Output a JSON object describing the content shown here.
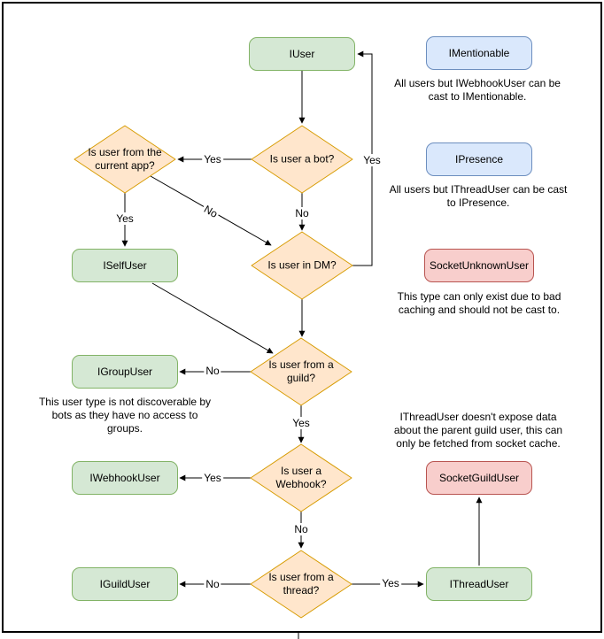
{
  "colors": {
    "green_fill": "#d5e8d4",
    "green_stroke": "#82b366",
    "orange_fill": "#ffe6cc",
    "orange_stroke": "#d79b00",
    "blue_fill": "#dae8fc",
    "blue_stroke": "#6c8ebf",
    "red_fill": "#f8cecc",
    "red_stroke": "#b85450",
    "line": "#000000",
    "background": "#ffffff"
  },
  "nodes": {
    "iuser": "IUser",
    "imentionable": "IMentionable",
    "ipresence": "IPresence",
    "socket_unknown_user": "SocketUnknownUser",
    "iself_user": "ISelfUser",
    "igroup_user": "IGroupUser",
    "iwebhook_user": "IWebhookUser",
    "iguild_user": "IGuildUser",
    "socket_guild_user": "SocketGuildUser",
    "ithread_user": "IThreadUser"
  },
  "decisions": {
    "is_bot": "Is user a bot?",
    "is_current_app": "Is user from the current app?",
    "is_dm": "Is user in DM?",
    "is_guild": "Is user from a guild?",
    "is_webhook": "Is user a Webhook?",
    "is_thread": "Is user from a thread?"
  },
  "edge_labels": {
    "bot_yes": "Yes",
    "bot_no": "No",
    "current_app_yes": "Yes",
    "current_app_no": "No",
    "dm_yes": "Yes",
    "guild_no": "No",
    "guild_yes": "Yes",
    "webhook_yes": "Yes",
    "webhook_no": "No",
    "thread_no": "No",
    "thread_yes": "Yes"
  },
  "annotations": {
    "imentionable_note": "All users but IWebhookUser can be cast to IMentionable.",
    "ipresence_note": "All users but IThreadUser can be cast to IPresence.",
    "socket_unknown_note": "This type can only exist due to bad caching and should not be cast to.",
    "igroup_note": "This user type is not discoverable by bots as they have no access to groups.",
    "ithread_note": "IThreadUser doesn't expose data about the parent guild user, this can only be fetched from socket cache."
  }
}
